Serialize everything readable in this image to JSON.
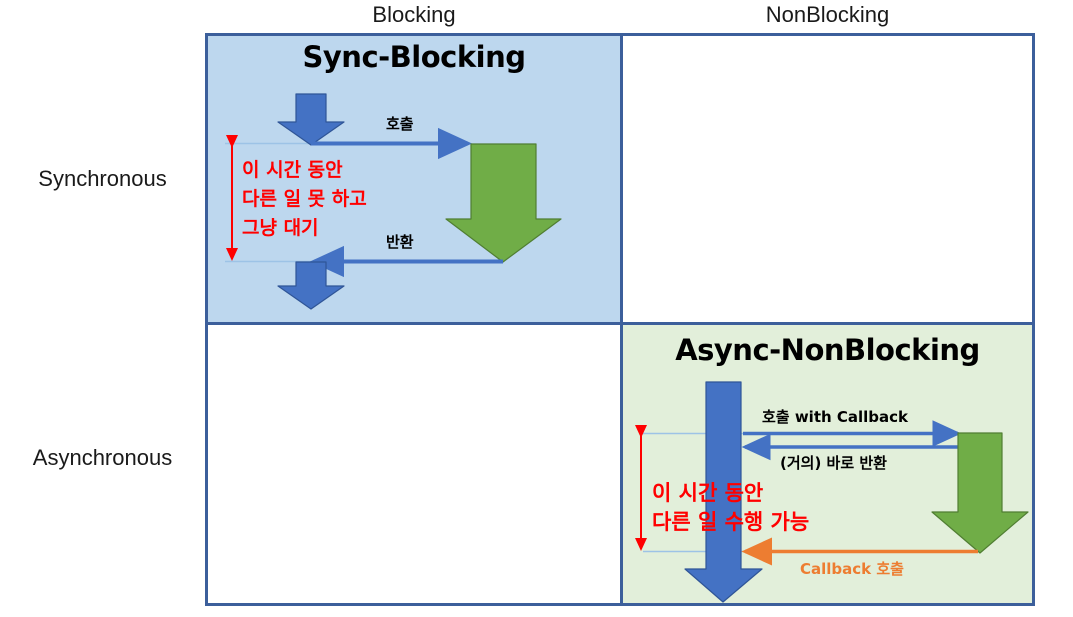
{
  "headers": {
    "columns": [
      {
        "id": "blocking",
        "label": "Blocking"
      },
      {
        "id": "nonblocking",
        "label": "NonBlocking"
      }
    ],
    "rows": [
      {
        "id": "synchronous",
        "label": "Synchronous"
      },
      {
        "id": "asynchronous",
        "label": "Asynchronous"
      }
    ]
  },
  "colors": {
    "grid_border": "#3c5f9b",
    "sync_blocking_fill": "#bdd7ee",
    "async_nonblocking_fill": "#e2efda",
    "empty_fill": "#ffffff",
    "caller_arrow_blue": "#4472c4",
    "callee_arrow_green": "#70ad47",
    "message_arrow_blue": "#4472c4",
    "callback_arrow_orange": "#ed7d31",
    "annotation_red": "#ff0000",
    "guide_line": "#9dc3e6"
  },
  "quadrants": {
    "sync_blocking": {
      "title": "Sync-Blocking",
      "call_label": "호출",
      "return_label": "반환",
      "annotation_lines": [
        "이 시간 동안",
        "다른 일 못 하고",
        "그냥 대기"
      ]
    },
    "sync_nonblocking": {
      "title": "",
      "empty": true
    },
    "async_blocking": {
      "title": "",
      "empty": true
    },
    "async_nonblocking": {
      "title": "Async-NonBlocking",
      "call_label": "호출 with Callback",
      "return_label": "(거의) 바로 반환",
      "callback_label": "Callback 호출",
      "annotation_lines": [
        "이 시간 동안",
        "다른 일 수행 가능"
      ]
    }
  }
}
